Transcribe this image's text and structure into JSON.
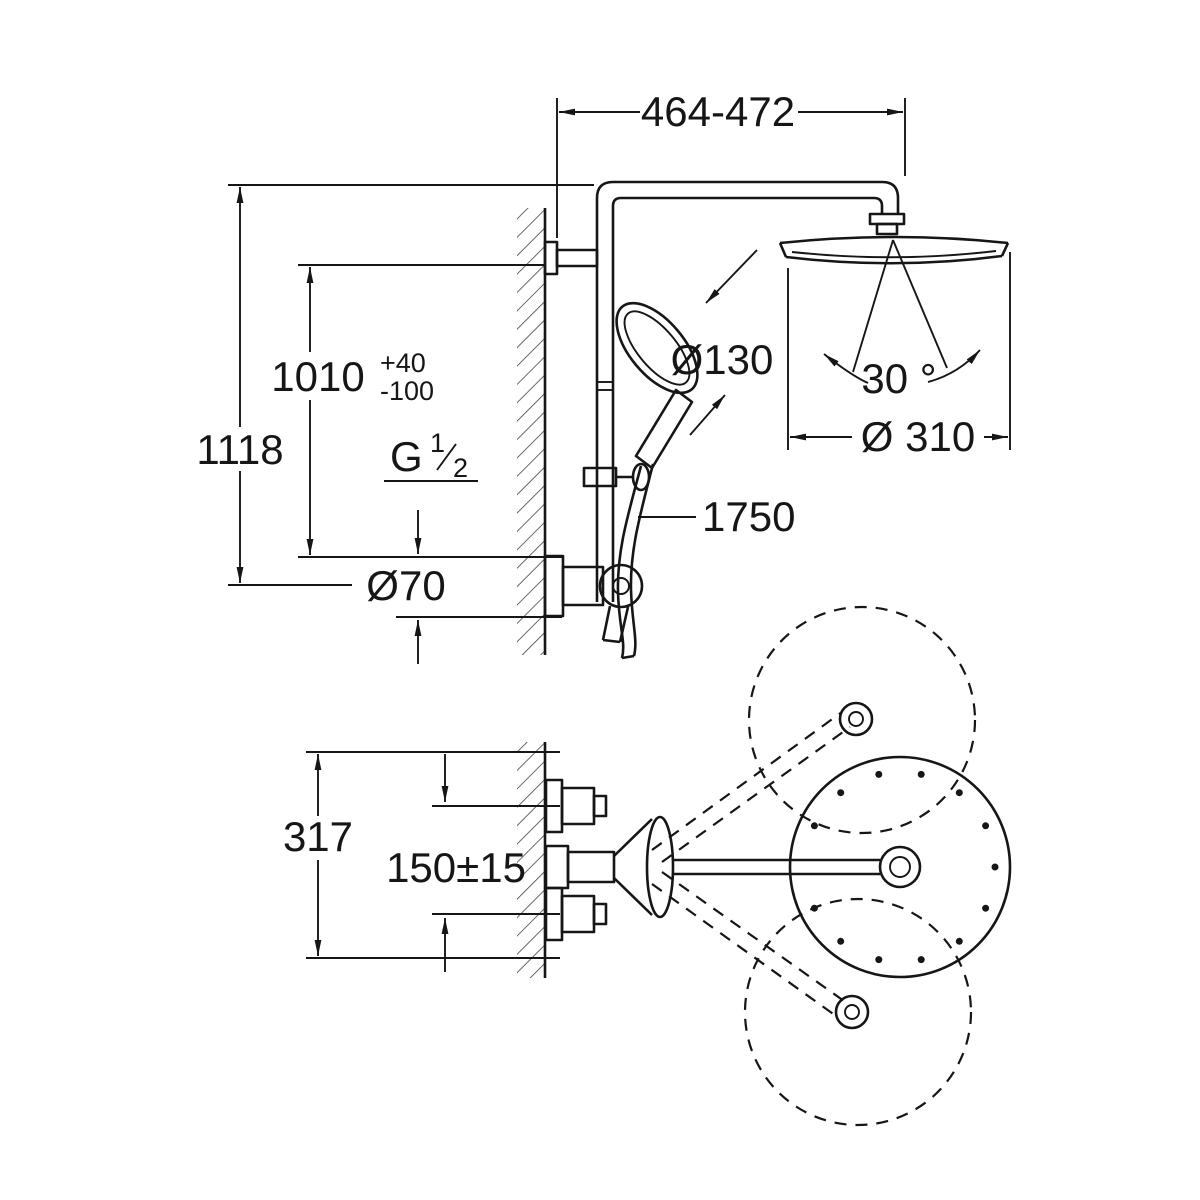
{
  "drawing": {
    "kind": "shower-system technical dimension drawing",
    "colors": {
      "line": "#161616",
      "background": "#ffffff"
    }
  },
  "dimensions": {
    "width_range": "464-472",
    "total_height": "1118",
    "main_height": "1010",
    "main_height_tol_plus": "+40",
    "main_height_tol_minus": "-100",
    "thread_label": "G",
    "thread_num": "1",
    "thread_den": "2",
    "connection_dia": "Ø70",
    "hand_shower_dia": "Ø130",
    "hose_length": "1750",
    "swivel_angle": "30 °",
    "head_dia": "Ø 310",
    "plan_depth": "317",
    "handle_spacing": "150±15"
  }
}
